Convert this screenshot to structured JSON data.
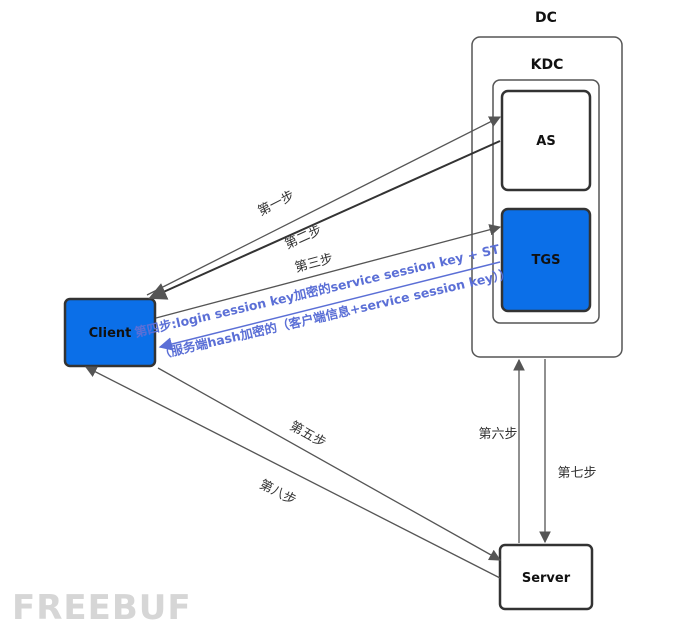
{
  "diagram": {
    "dc_title": "DC",
    "kdc_title": "KDC",
    "nodes": {
      "as": "AS",
      "tgs": "TGS",
      "client": "Client",
      "server": "Server"
    },
    "steps": {
      "step1": "第一步",
      "step2": "第二步",
      "step3": "第三步",
      "step4_line1": "第四步:login session key加密的service session key + ST",
      "step4_line2": "（服务端hash加密的（客户端信息+service session key））",
      "step5": "第五步",
      "step6": "第六步",
      "step7": "第七步",
      "step8": "第八步"
    },
    "colors": {
      "node_fill": "#0b6fe8",
      "outline": "#444444",
      "arrow": "#555555",
      "step4_arrow": "#5b6fd6"
    }
  },
  "watermark": {
    "text": "FREEBUF"
  }
}
